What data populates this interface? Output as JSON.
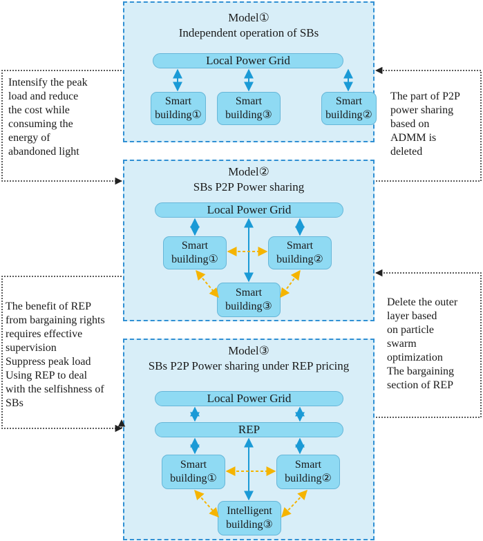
{
  "models": [
    {
      "title_line1": "Model①",
      "title_line2": "Independent operation of SBs",
      "nodes": {
        "grid": "Local Power Grid",
        "sb1": "Smart\nbuilding①",
        "sb3": "Smart\nbuilding③",
        "sb2": "Smart\nbuilding②"
      }
    },
    {
      "title_line1": "Model②",
      "title_line2": "SBs P2P Power sharing",
      "nodes": {
        "grid": "Local Power Grid",
        "sb1": "Smart\nbuilding①",
        "sb2": "Smart\nbuilding②",
        "sb3": "Smart\nbuilding③"
      }
    },
    {
      "title_line1": "Model③",
      "title_line2": "SBs P2P Power sharing under REP pricing",
      "nodes": {
        "grid": "Local Power Grid",
        "rep": "REP",
        "sb1": "Smart\nbuilding①",
        "sb2": "Smart\nbuilding②",
        "ib3": "Intelligent\nbuilding③"
      }
    }
  ],
  "annotations": {
    "left_top": "Intensify the peak\nload and reduce\nthe cost while\nconsuming the\nenergy of\nabandoned light",
    "left_bottom": "The benefit of REP\n from bargaining rights\nrequires effective\nsupervision\nSuppress peak load\nUsing REP to deal\nwith the selfishness of\nSBs",
    "right_top": "The part of P2P\npower sharing\n based on\nADMM is\ndeleted",
    "right_bottom": "Delete the outer\nlayer based\non particle\nswarm\n optimization\nThe bargaining\nsection of REP"
  },
  "colors": {
    "panel_fill": "#d8eef8",
    "panel_border": "#2f8fd3",
    "node_fill": "#8fdaf3",
    "grid_link": "#1a9ad6",
    "p2p_link": "#f5b400",
    "annotation_line": "#222222"
  }
}
